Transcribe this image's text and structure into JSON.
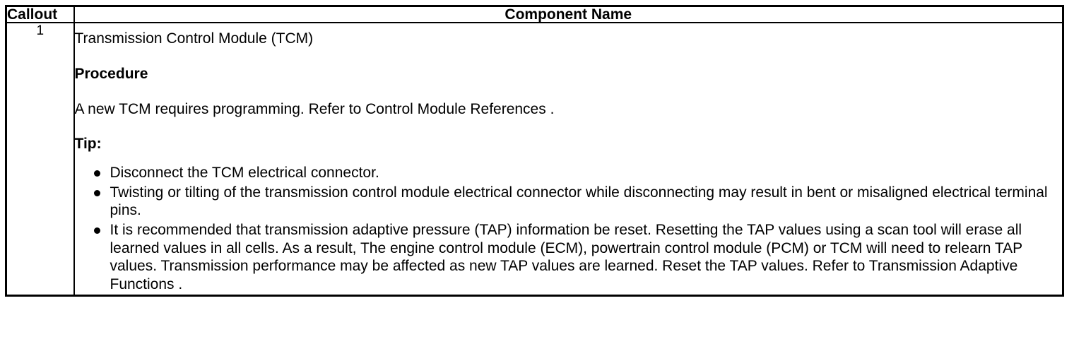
{
  "table": {
    "headers": {
      "callout": "Callout",
      "component": "Component Name"
    },
    "rows": [
      {
        "callout": "1",
        "component": {
          "title": "Transmission Control Module (TCM)",
          "procedure_heading": "Procedure",
          "procedure_text": "A new TCM requires programming. Refer to Control Module References .",
          "tip_heading": "Tip:",
          "tips": [
            "Disconnect the TCM electrical connector.",
            "Twisting or tilting of the transmission control module electrical connector while disconnecting may result in bent or misaligned electrical terminal pins.",
            "It is recommended that transmission adaptive pressure (TAP) information be reset. Resetting the TAP values using a scan tool will erase all learned values in all cells. As a result, The engine control module (ECM), powertrain control module (PCM) or TCM will need to relearn TAP values. Transmission performance may be affected as new TAP values are learned. Reset the TAP values. Refer to Transmission Adaptive Functions ."
          ]
        }
      }
    ]
  },
  "colors": {
    "border": "#000000",
    "text": "#000000",
    "background": "#ffffff"
  }
}
